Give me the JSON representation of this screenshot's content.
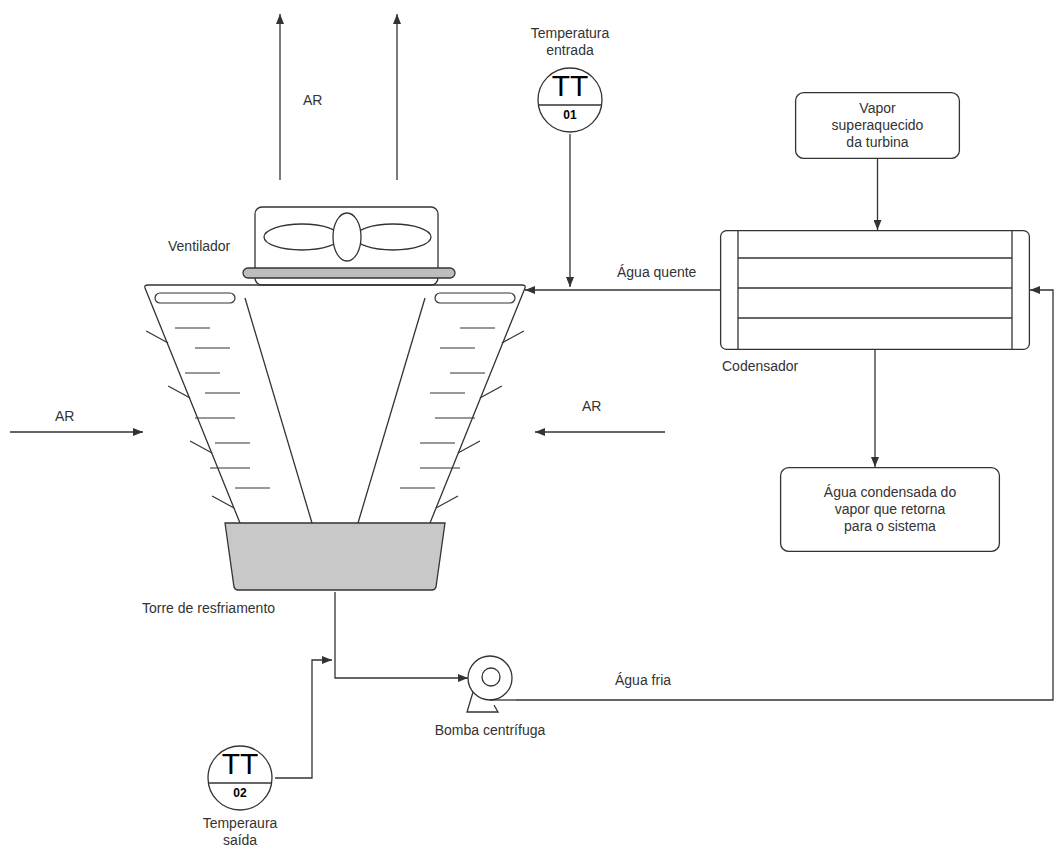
{
  "diagram": {
    "nodes": [
      {
        "text": [
          "Temperatura entrada",
          "TT",
          "01"
        ]
      },
      {
        "text": [
          "Vapor superaquecido da turbina"
        ]
      },
      {
        "text": [
          "Codensador"
        ]
      },
      {
        "text": [
          "Torre de resfriamento"
        ]
      },
      {
        "text": [
          "Água condensada do vapor que retorna para o sistema"
        ]
      },
      {
        "text": [
          "Bomba centrífuga"
        ]
      },
      {
        "text": [
          "TT",
          "02",
          "Temperaura saída"
        ]
      }
    ],
    "edges": [
      {
        "from": 1,
        "to": 2,
        "arrow": "to"
      },
      {
        "from": 2,
        "to": 3,
        "label": "Água quente",
        "arrow": "to"
      },
      {
        "from": 2,
        "to": 4,
        "arrow": "to"
      },
      {
        "from": 3,
        "to": 5,
        "arrow": "to"
      },
      {
        "from": 5,
        "to": 2,
        "label": "Água fria",
        "arrow": "to"
      }
    ],
    "labels": [
      "AR",
      "Ventilador",
      "AR",
      "AR"
    ]
  }
}
